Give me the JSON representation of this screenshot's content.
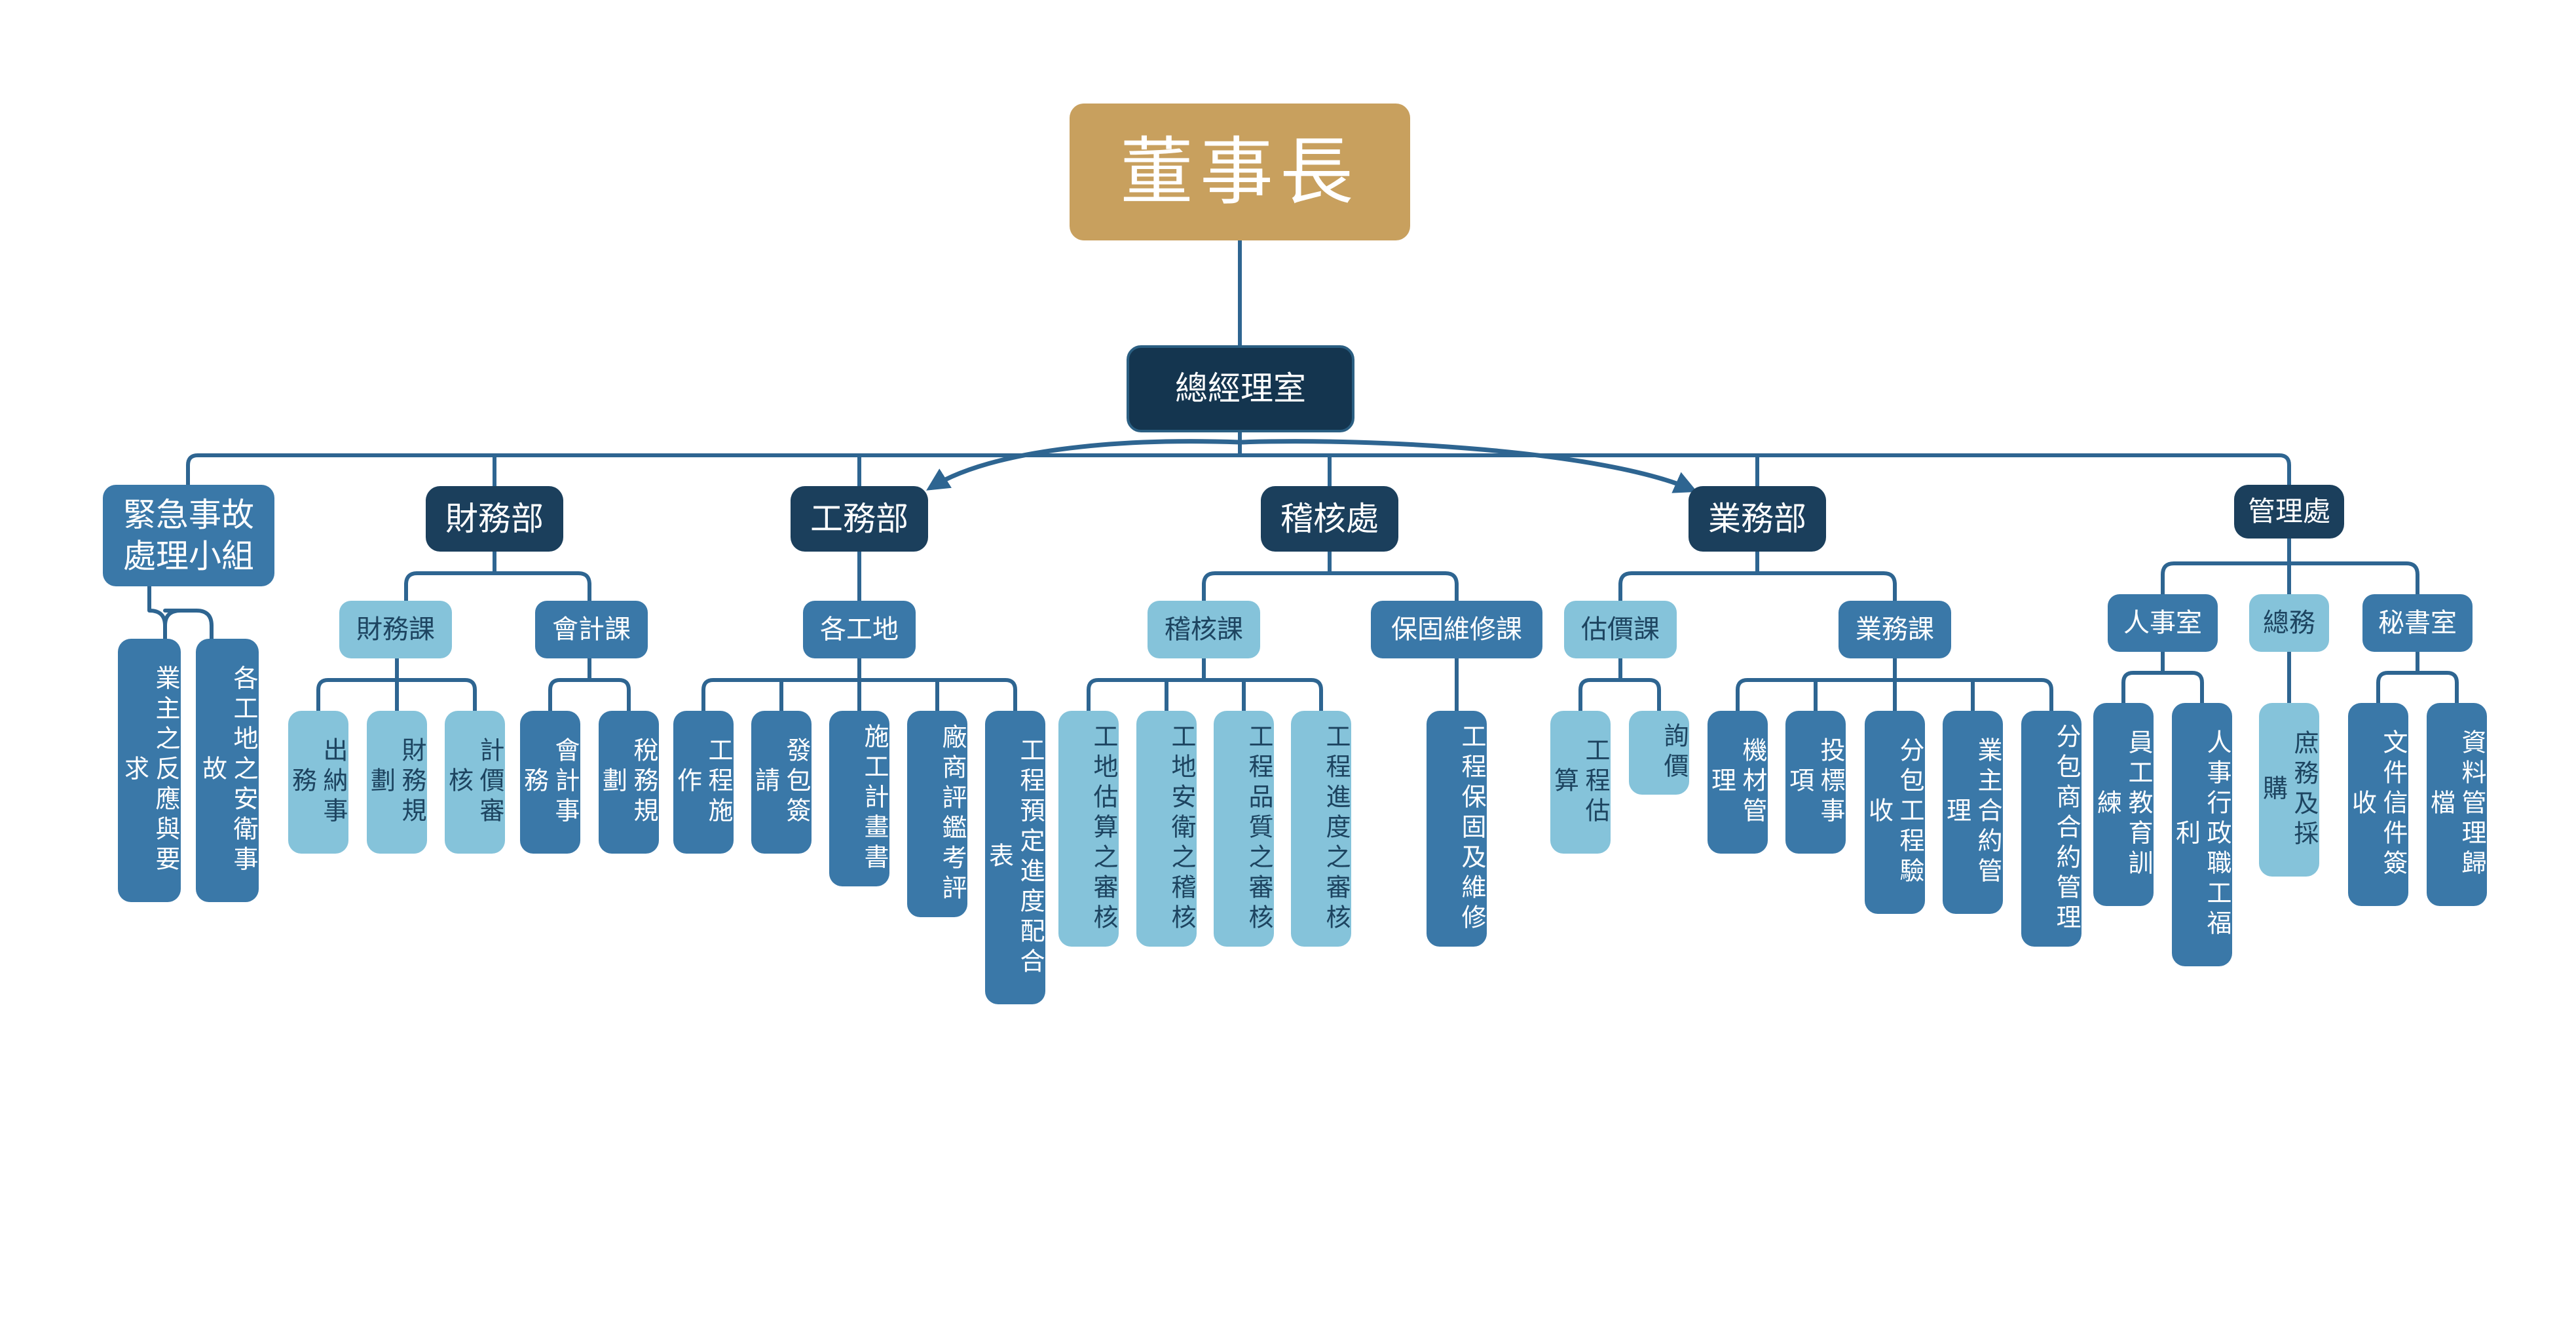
{
  "chairman": "董事長",
  "gm_office": "總經理室",
  "emergency": {
    "title_line1": "緊急事故",
    "title_line2": "處理小組",
    "items": [
      "業主之反應與要求",
      "各工地之安衛事故"
    ]
  },
  "finance": {
    "title": "財務部",
    "sections": [
      {
        "title": "財務課",
        "items": [
          "出納事務",
          "財務規劃",
          "計價審核"
        ]
      },
      {
        "title": "會計課",
        "items": [
          "會計事務",
          "稅務規劃"
        ]
      }
    ]
  },
  "engineering": {
    "title": "工務部",
    "sections": [
      {
        "title": "各工地",
        "items": [
          "工程施作",
          "發包簽請",
          "施工計畫書",
          "廠商評鑑考評",
          "工程預定進度配合表"
        ]
      }
    ]
  },
  "audit": {
    "title": "稽核處",
    "sections": [
      {
        "title": "稽核課",
        "items": [
          "工地估算之審核",
          "工地安衛之稽核",
          "工程品質之審核",
          "工程進度之審核"
        ]
      },
      {
        "title": "保固維修課",
        "items": [
          "工程保固及維修"
        ]
      }
    ]
  },
  "business": {
    "title": "業務部",
    "sections": [
      {
        "title": "估價課",
        "items": [
          "工程估算",
          "詢價"
        ]
      },
      {
        "title": "業務課",
        "items": [
          "機材管理",
          "投標事項",
          "分包工程驗收",
          "業主合約管理",
          "分包商合約管理"
        ]
      }
    ]
  },
  "management": {
    "title": "管理處",
    "sections": [
      {
        "title": "人事室",
        "items": [
          "員工教育訓練",
          "人事行政職工福利"
        ]
      },
      {
        "title": "總務",
        "items": [
          "庶務及採購"
        ]
      },
      {
        "title": "秘書室",
        "items": [
          "文件信件簽收",
          "資料管理歸檔"
        ]
      }
    ]
  },
  "colors": {
    "root": "#c8a05e",
    "dark_navy": "#14354f",
    "department": "#1b3f5c",
    "medium_blue": "#3a78a8",
    "light_blue": "#85c3da",
    "connector": "#2e6591"
  }
}
